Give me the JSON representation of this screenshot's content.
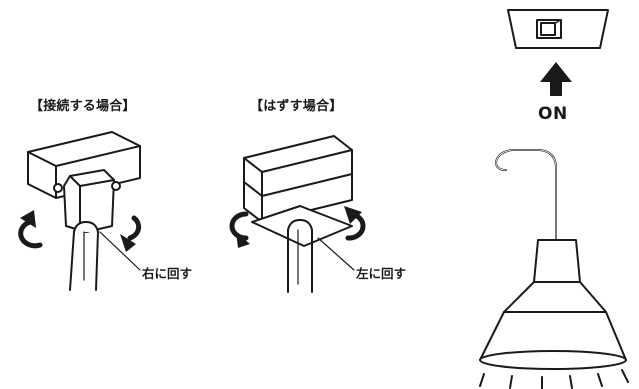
{
  "connect_panel": {
    "heading": "【接続する場合】",
    "turn_label": "右に回す",
    "icons": [
      "ceiling-rosette-icon",
      "rotate-arrow-icon",
      "rotate-arrow-icon",
      "cord-icon"
    ]
  },
  "remove_panel": {
    "heading": "【はずす場合】",
    "turn_label": "左に回す",
    "icons": [
      "ceiling-rosette-icon",
      "rotate-arrow-icon",
      "rotate-arrow-icon",
      "cord-icon"
    ]
  },
  "switch_panel": {
    "on_label": "ON",
    "icons": [
      "wall-switch-icon",
      "up-arrow-icon",
      "pendant-lamp-icon",
      "light-rays-icon"
    ]
  },
  "colors": {
    "line": "#1a1a1a",
    "fill": "#ffffff"
  }
}
